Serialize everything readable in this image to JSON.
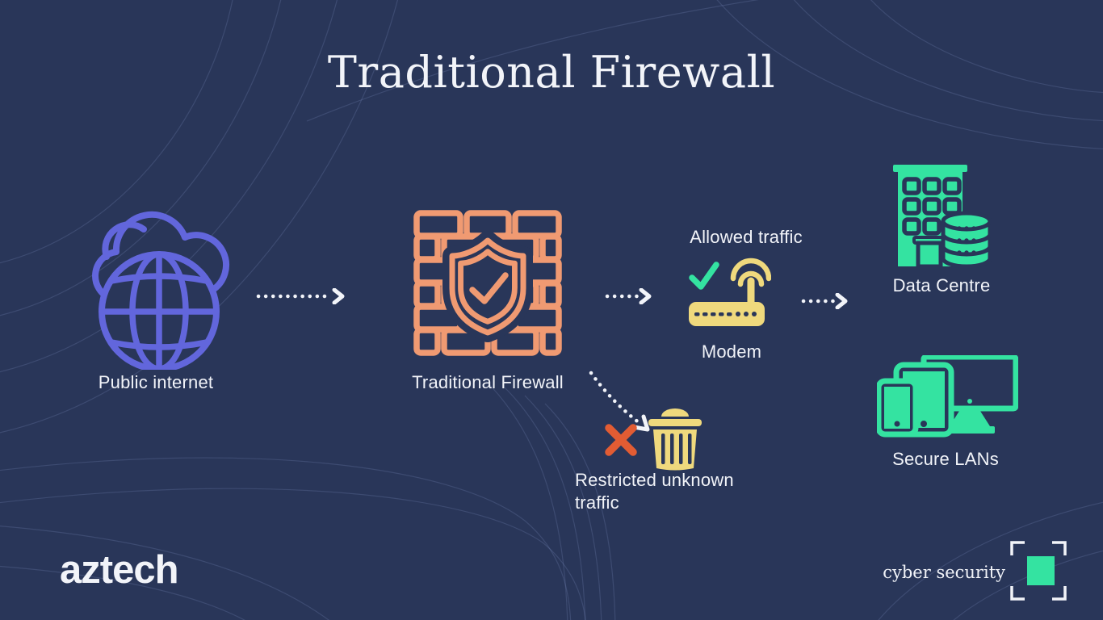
{
  "title": "Traditional Firewall",
  "nodes": {
    "public_internet": {
      "label": "Public internet"
    },
    "traditional_firewall": {
      "label": "Traditional Firewall"
    },
    "modem": {
      "label": "Modem",
      "allowed_label": "Allowed traffic"
    },
    "data_centre": {
      "label": "Data Centre"
    },
    "secure_lans": {
      "label": "Secure LANs"
    },
    "restricted": {
      "label": "Restricted unknown traffic"
    }
  },
  "footer": {
    "brand": "aztech",
    "tagline": "cyber security"
  },
  "colors": {
    "background": "#293659",
    "contour": "#7c90c2",
    "purple": "#6266dc",
    "orange": "#f09a72",
    "yellow": "#efd97d",
    "green": "#34e3a1",
    "red": "#e25c33",
    "text": "#f2f4f9"
  },
  "icons": {
    "cloud-globe-icon": "outlined cloud merged with wireframe globe",
    "brick-wall-shield-icon": "brick wall with shield and checkmark",
    "check-icon": "green checkmark",
    "modem-icon": "router with antenna and wifi waves",
    "building-database-icon": "office building with database cylinder",
    "devices-icon": "phone, tablet and monitor",
    "cross-icon": "red x mark",
    "trash-icon": "waste bin",
    "dotted-arrow-icon": "dotted arrow with chevron head",
    "frame-square-icon": "corner brackets framing a green square"
  }
}
